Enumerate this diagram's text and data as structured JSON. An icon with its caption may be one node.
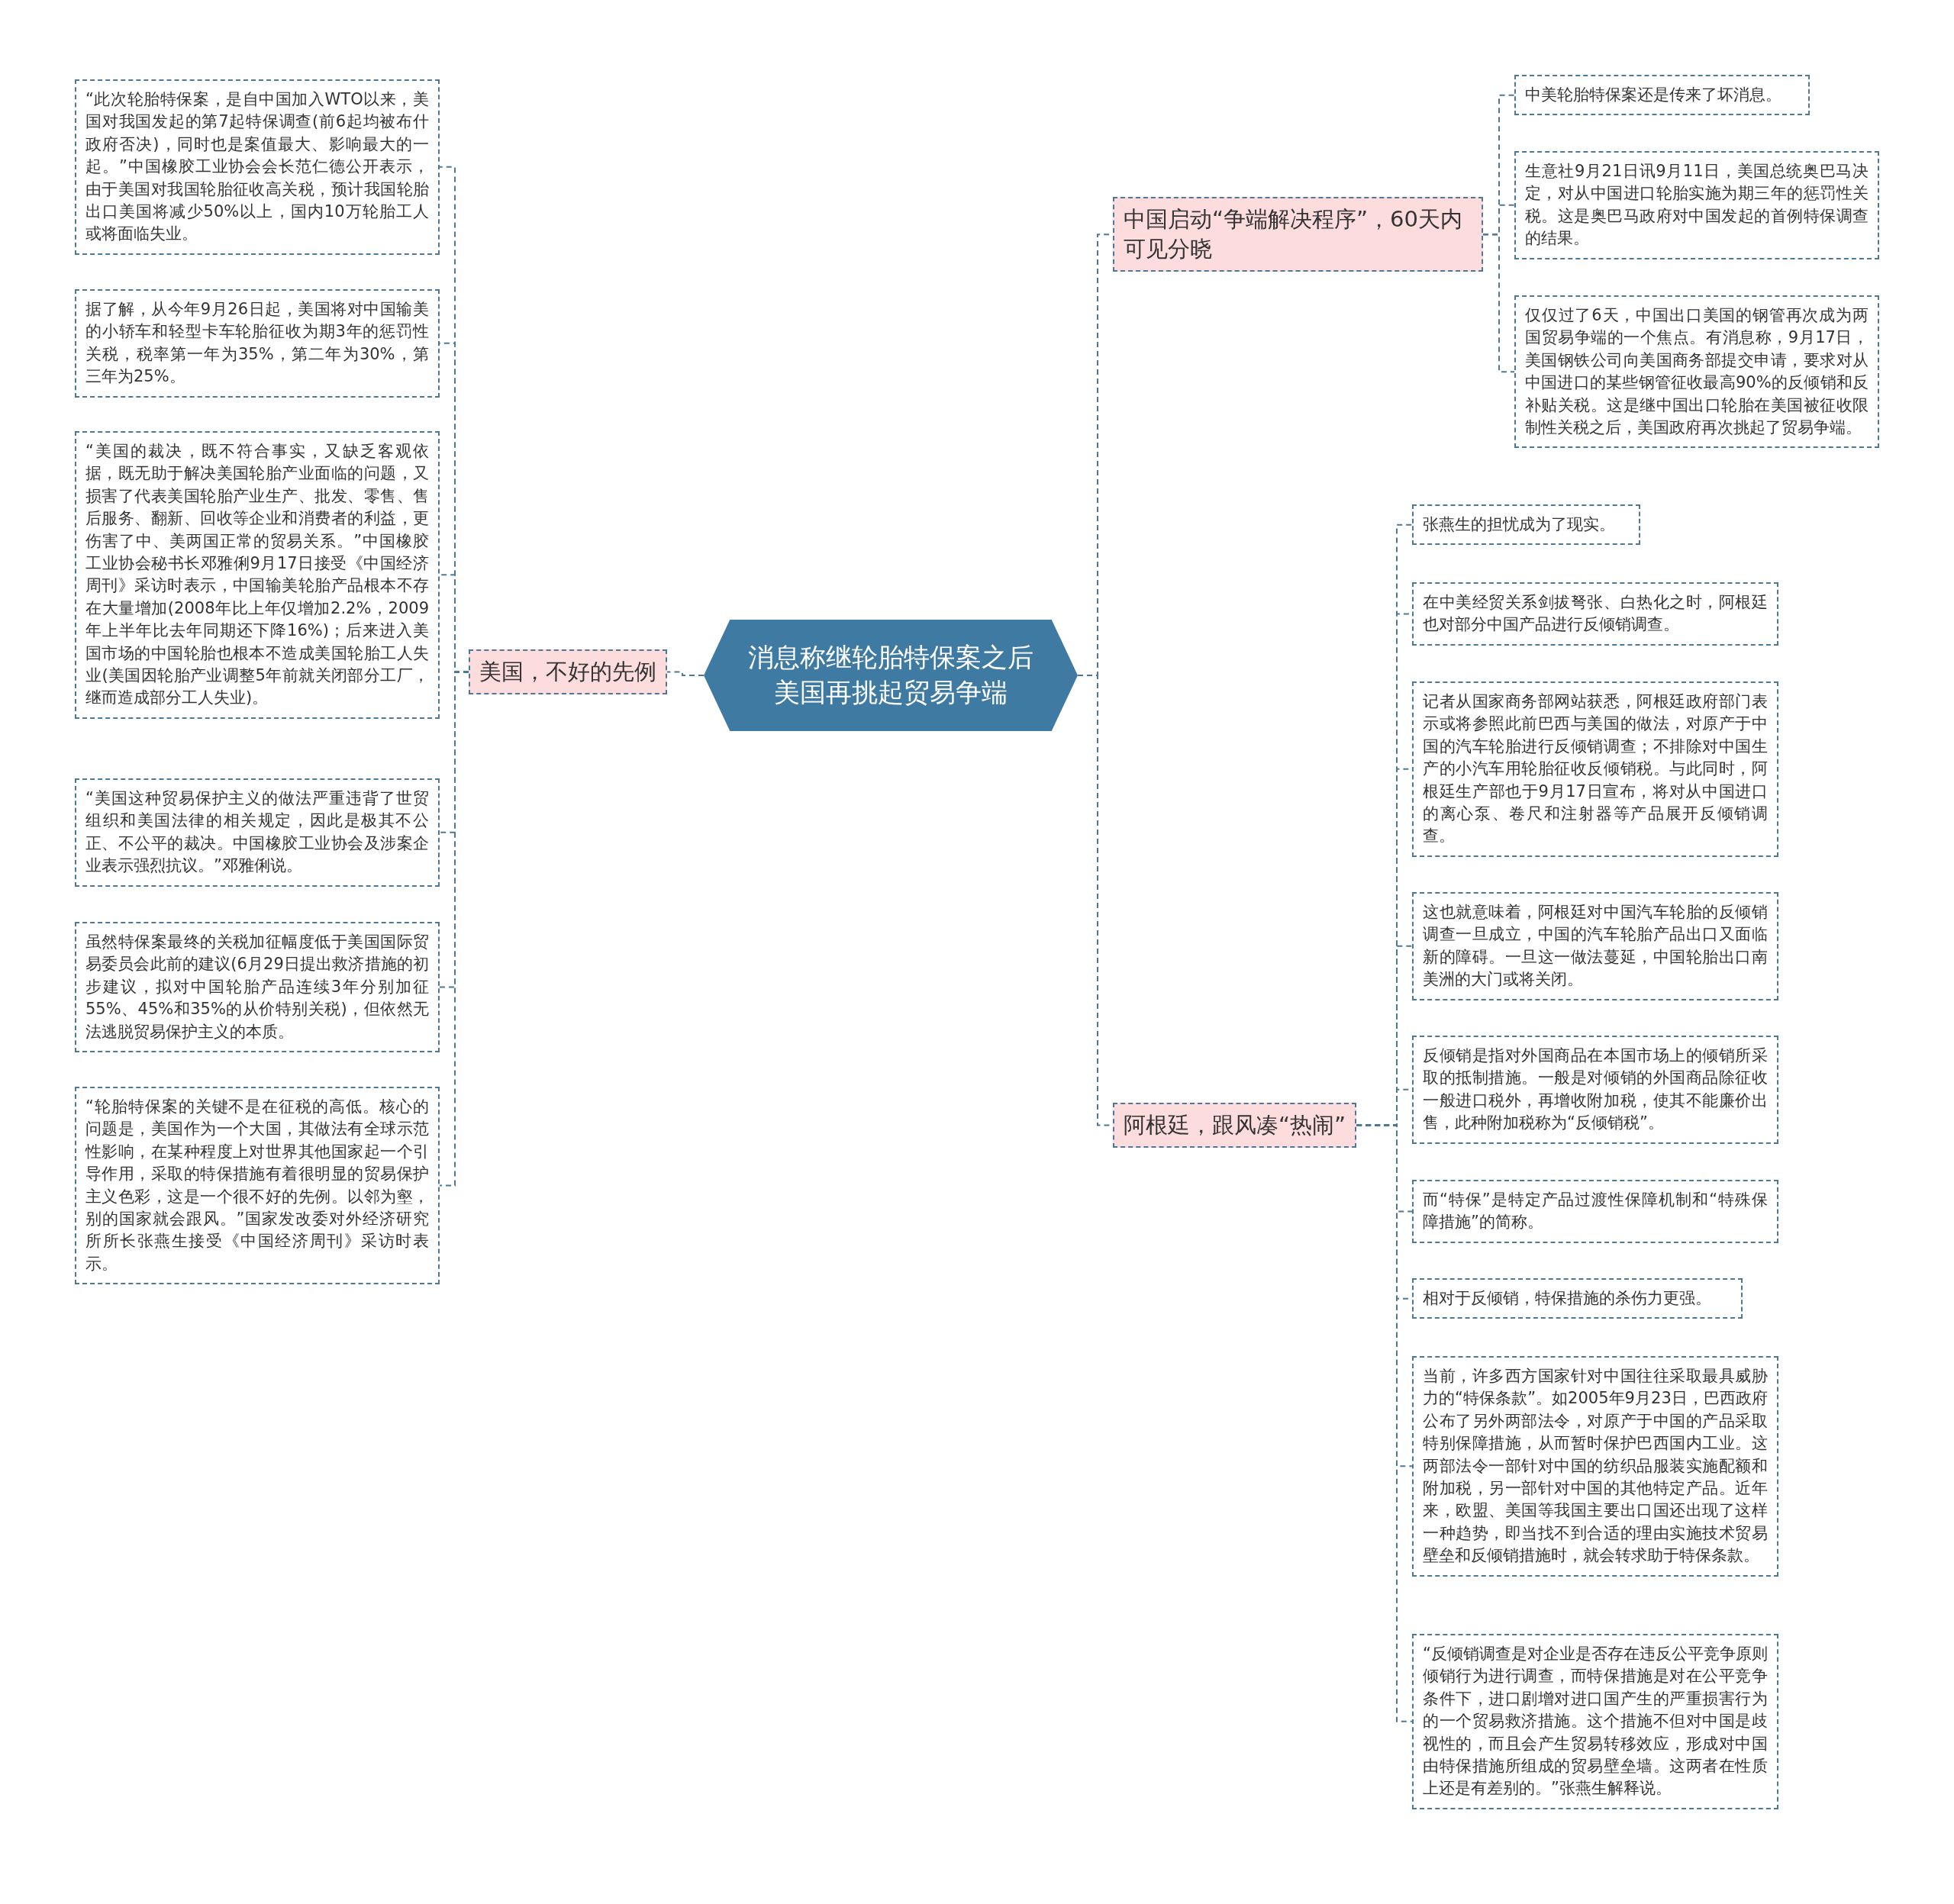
{
  "diagram": {
    "nodes": [
      {
        "text": [
          "消息称继轮胎特保案之后美国再挑起贸易争端"
        ]
      },
      {
        "text": [
          "美国，不好的先例"
        ]
      },
      {
        "text": [
          "“此次轮胎特保案，是自中国加入WTO以来，美国对我国发起的第7起特保调查(前6起均被布什政府否决)，同时也是案值最大、影响最大的一起。”中国橡胶工业协会会长范仁德公开表示，由于美国对我国轮胎征收高关税，预计我国轮胎出口美国将减少50%以上，国内10万轮胎工人或将面临失业。"
        ]
      },
      {
        "text": [
          "据了解，从今年9月26日起，美国将对中国输美的小轿车和轻型卡车轮胎征收为期3年的惩罚性关税，税率第一年为35%，第二年为30%，第三年为25%。"
        ]
      },
      {
        "text": [
          "“美国的裁决，既不符合事实，又缺乏客观依据，既无助于解决美国轮胎产业面临的问题，又损害了代表美国轮胎产业生产、批发、零售、售后服务、翻新、回收等企业和消费者的利益，更伤害了中、美两国正常的贸易关系。”中国橡胶工业协会秘书长邓雅俐9月17日接受《中国经济周刊》采访时表示，中国输美轮胎产品根本不存在大量增加(2008年比上年仅增加2.2%，2009年上半年比去年同期还下降16%)；后来进入美国市场的中国轮胎也根本不造成美国轮胎工人失业(美国因轮胎产业调整5年前就关闭部分工厂，继而造成部分工人失业)。"
        ]
      },
      {
        "text": [
          "“美国这种贸易保护主义的做法严重违背了世贸组织和美国法律的相关规定，因此是极其不公正、不公平的裁决。中国橡胶工业协会及涉案企业表示强烈抗议。”邓雅俐说。"
        ]
      },
      {
        "text": [
          "虽然特保案最终的关税加征幅度低于美国国际贸易委员会此前的建议(6月29日提出救济措施的初步建议，拟对中国轮胎产品连续3年分别加征55%、45%和35%的从价特别关税)，但依然无法逃脱贸易保护主义的本质。"
        ]
      },
      {
        "text": [
          "“轮胎特保案的关键不是在征税的高低。核心的问题是，美国作为一个大国，其做法有全球示范性影响，在某种程度上对世界其他国家起一个引导作用，采取的特保措施有着很明显的贸易保护主义色彩，这是一个很不好的先例。以邻为壑，别的国家就会跟风。”国家发改委对外经济研究所所长张燕生接受《中国经济周刊》采访时表示。"
        ]
      },
      {
        "text": [
          "中国启动“争端解决程序”，60天内可见分晓"
        ]
      },
      {
        "text": [
          "中美轮胎特保案还是传来了坏消息。"
        ]
      },
      {
        "text": [
          "生意社9月21日讯9月11日，美国总统奥巴马决定，对从中国进口轮胎实施为期三年的惩罚性关税。这是奥巴马政府对中国发起的首例特保调查的结果。"
        ]
      },
      {
        "text": [
          "仅仅过了6天，中国出口美国的钢管再次成为两国贸易争端的一个焦点。有消息称，9月17日，美国钢铁公司向美国商务部提交申请，要求对从中国进口的某些钢管征收最高90%的反倾销和反补贴关税。这是继中国出口轮胎在美国被征收限制性关税之后，美国政府再次挑起了贸易争端。"
        ]
      },
      {
        "text": [
          "阿根廷，跟风凑“热闹”"
        ]
      },
      {
        "text": [
          "张燕生的担忧成为了现实。"
        ]
      },
      {
        "text": [
          "在中美经贸关系剑拔弩张、白热化之时，阿根廷也对部分中国产品进行反倾销调查。"
        ]
      },
      {
        "text": [
          "记者从国家商务部网站获悉，阿根廷政府部门表示或将参照此前巴西与美国的做法，对原产于中国的汽车轮胎进行反倾销调查；不排除对中国生产的小汽车用轮胎征收反倾销税。与此同时，阿根廷生产部也于9月17日宣布，将对从中国进口的离心泵、卷尺和注射器等产品展开反倾销调查。"
        ]
      },
      {
        "text": [
          "这也就意味着，阿根廷对中国汽车轮胎的反倾销调查一旦成立，中国的汽车轮胎产品出口又面临新的障碍。一旦这一做法蔓延，中国轮胎出口南美洲的大门或将关闭。"
        ]
      },
      {
        "text": [
          "反倾销是指对外国商品在本国市场上的倾销所采取的抵制措施。一般是对倾销的外国商品除征收一般进口税外，再增收附加税，使其不能廉价出售，此种附加税称为“反倾销税”。"
        ]
      },
      {
        "text": [
          "而“特保”是特定产品过渡性保障机制和“特殊保障措施”的简称。"
        ]
      },
      {
        "text": [
          "相对于反倾销，特保措施的杀伤力更强。"
        ]
      },
      {
        "text": [
          "当前，许多西方国家针对中国往往采取最具威胁力的“特保条款”。如2005年9月23日，巴西政府公布了另外两部法令，对原产于中国的产品采取特别保障措施，从而暂时保护巴西国内工业。这两部法令一部针对中国的纺织品服装实施配额和附加税，另一部针对中国的其他特定产品。近年来，欧盟、美国等我国主要出口国还出现了这样一种趋势，即当找不到合适的理由实施技术贸易壁垒和反倾销措施时，就会转求助于特保条款。"
        ]
      },
      {
        "text": [
          "“反倾销调查是对企业是否存在违反公平竞争原则倾销行为进行调查，而特保措施是对在公平竞争条件下，进口剧增对进口国产生的严重损害行为的一个贸易救济措施。这个措施不但对中国是歧视性的，而且会产生贸易转移效应，形成对中国由特保措施所组成的贸易壁垒墙。这两者在性质上还是有差别的。”张燕生解释说。"
        ]
      }
    ],
    "edges": [
      {
        "from": 0,
        "to": 1,
        "arrow": "none",
        "style": "dashed"
      },
      {
        "from": 1,
        "to": 2,
        "arrow": "none",
        "style": "dashed"
      },
      {
        "from": 1,
        "to": 3,
        "arrow": "none",
        "style": "dashed"
      },
      {
        "from": 1,
        "to": 4,
        "arrow": "none",
        "style": "dashed"
      },
      {
        "from": 1,
        "to": 5,
        "arrow": "none",
        "style": "dashed"
      },
      {
        "from": 1,
        "to": 6,
        "arrow": "none",
        "style": "dashed"
      },
      {
        "from": 1,
        "to": 7,
        "arrow": "none",
        "style": "dashed"
      },
      {
        "from": 0,
        "to": 8,
        "arrow": "none",
        "style": "dashed"
      },
      {
        "from": 8,
        "to": 9,
        "arrow": "none",
        "style": "dashed"
      },
      {
        "from": 8,
        "to": 10,
        "arrow": "none",
        "style": "dashed"
      },
      {
        "from": 8,
        "to": 11,
        "arrow": "none",
        "style": "dashed"
      },
      {
        "from": 0,
        "to": 12,
        "arrow": "none",
        "style": "dashed"
      },
      {
        "from": 12,
        "to": 13,
        "arrow": "none",
        "style": "dashed"
      },
      {
        "from": 12,
        "to": 14,
        "arrow": "none",
        "style": "dashed"
      },
      {
        "from": 12,
        "to": 15,
        "arrow": "none",
        "style": "dashed"
      },
      {
        "from": 12,
        "to": 16,
        "arrow": "none",
        "style": "dashed"
      },
      {
        "from": 12,
        "to": 17,
        "arrow": "none",
        "style": "dashed"
      },
      {
        "from": 12,
        "to": 18,
        "arrow": "none",
        "style": "dashed"
      },
      {
        "from": 12,
        "to": 19,
        "arrow": "none",
        "style": "dashed"
      },
      {
        "from": 12,
        "to": 20,
        "arrow": "none",
        "style": "dashed"
      },
      {
        "from": 12,
        "to": 21,
        "arrow": "none",
        "style": "dashed"
      }
    ]
  }
}
